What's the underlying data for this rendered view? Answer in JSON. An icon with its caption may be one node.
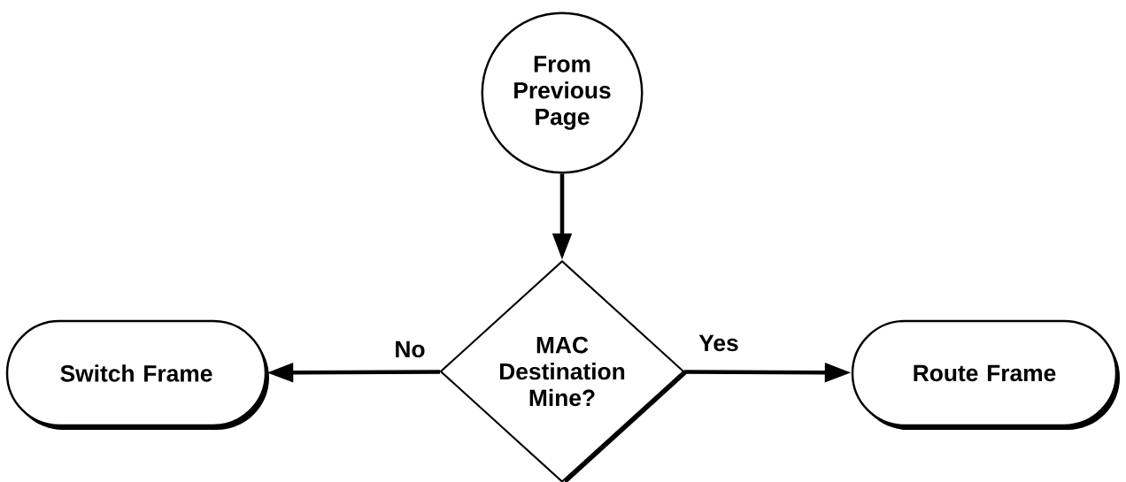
{
  "diagram": {
    "nodes": [
      {
        "text": [
          "From Previous Page"
        ]
      },
      {
        "text": [
          "MAC Destination Mine?"
        ]
      },
      {
        "text": [
          "Switch Frame"
        ]
      },
      {
        "text": [
          "Route Frame"
        ]
      }
    ],
    "edges": [
      {
        "from": 0,
        "to": 1,
        "arrow": "to"
      },
      {
        "from": 1,
        "to": 2,
        "arrow": "to",
        "label": "No"
      },
      {
        "from": 1,
        "to": 3,
        "arrow": "to",
        "label": "Yes"
      }
    ]
  }
}
